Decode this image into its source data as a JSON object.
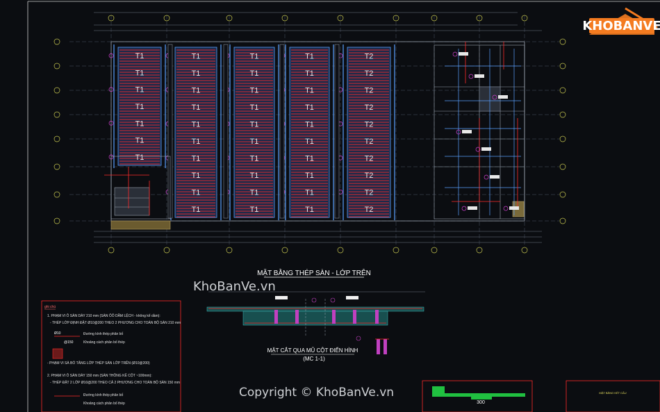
{
  "drawing": {
    "main_title": "MẶT BẰNG THÉP SÀN - LỚP TRÊN",
    "section_title": "MẶT CẮT QUA MŨ CỘT ĐIỂN HÌNH",
    "section_subtitle": "(MC 1-1)",
    "scale_value": "300",
    "title_block_text": "MẶT BẰNG KẾT CẤU"
  },
  "panels": {
    "bay1": [
      "T1",
      "T1",
      "T1",
      "T1",
      "T1",
      "T1",
      "T1"
    ],
    "bay2": [
      "T1",
      "T1",
      "T1",
      "T1",
      "T1",
      "T1",
      "T1",
      "T1",
      "T1",
      "T1"
    ],
    "bay3": [
      "T1",
      "T1",
      "T1",
      "T1",
      "T1",
      "T1",
      "T1",
      "T1",
      "T1",
      "T1"
    ],
    "bay4": [
      "T1",
      "T1",
      "T1",
      "T1",
      "T1",
      "T1",
      "T1",
      "T1",
      "T1",
      "T1"
    ],
    "bay5": [
      "T2",
      "T2",
      "T2",
      "T2",
      "T2",
      "T2",
      "T2",
      "T2",
      "T2",
      "T2"
    ]
  },
  "notes": {
    "heading": "ghi chú",
    "line1": "1.  PHẠM VI Ô SÀN DÀY 210 mm (SÀN ÔÔ DẦM LỆCH - không kể dầm):",
    "line2": "-  THÉP LỚP ĐỊNH ĐẶT Ø10@200 THEO 2 PHƯƠNG CHO TOÀN BỘ SÀN 210 mm",
    "legend1": "Đường kính thép phân bố",
    "legend2": "Khoảng cách phân bố thép",
    "line3": "-  PHẠM VI SÀ BỎ TĂNG LỚP THÉP SÀN LỚP TRÊN (Ø10@200)",
    "line4": "2.  PHẠM VI Ô SÀN DÀY 150 mm (SÀN THÔNG KÊ CỘT ~100mm):",
    "line5": "-  THÉP ĐẶT 2 LỚP Ø10@200 THEO CẢ 2 PHƯƠNG CHO TOÀN BỘ SÀN 150 mm",
    "legend3": "Đường kính thép phân bố",
    "legend4": "Khoảng cách phân bố thép",
    "legend_tag_a": "Ø10",
    "legend_tag_b": "@150"
  },
  "watermarks": {
    "center": "KhoBanVe.vn",
    "copyright": "Copyright © KhoBanVe.vn",
    "logo": "KHOBANVE"
  },
  "colors": {
    "background": "#0b0d11",
    "rebar_red": "#ff2a2a",
    "rebar_blue": "#5aa0ff",
    "grid_line": "#4c5666",
    "slab_fill": "#1b2a4a",
    "logo_orange": "#f47b20"
  }
}
